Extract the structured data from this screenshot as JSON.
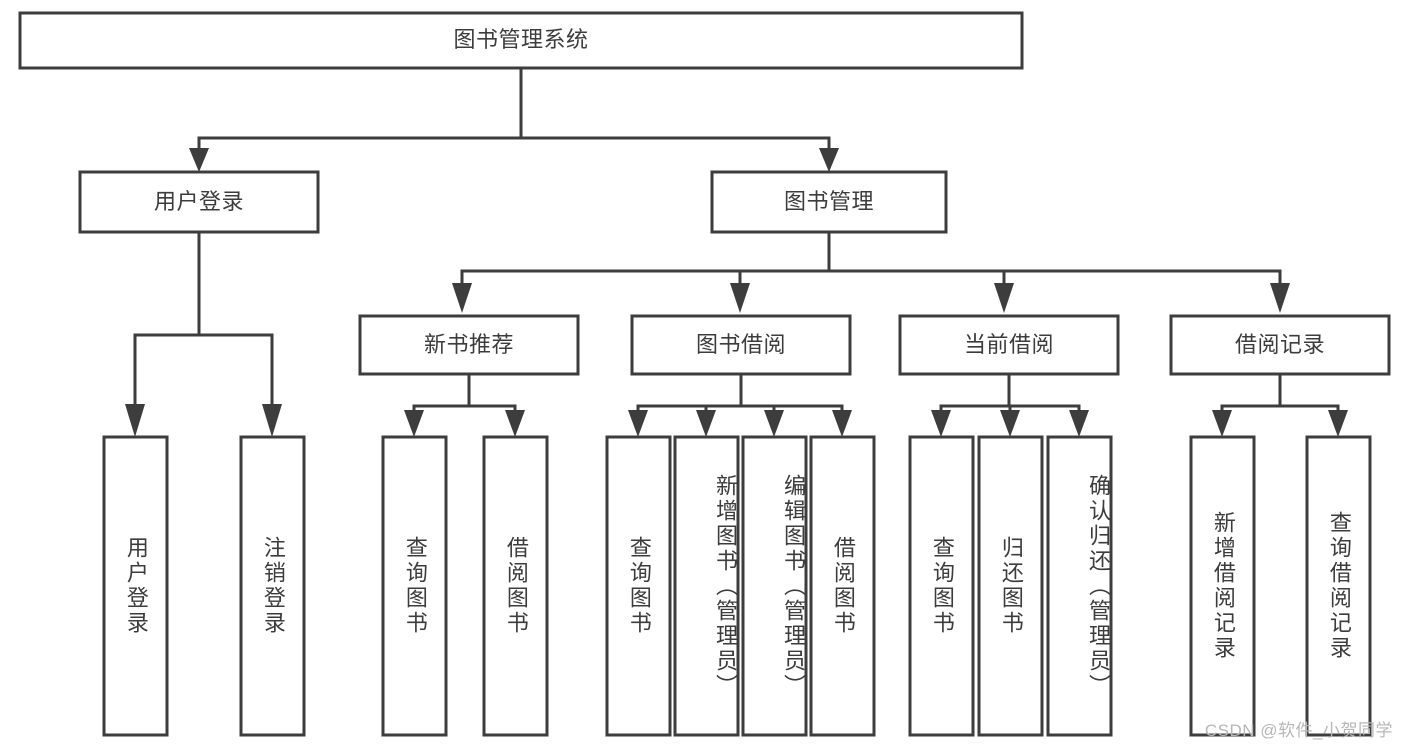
{
  "diagram": {
    "type": "tree-hierarchy",
    "title": "图书管理系统",
    "orientation": "top-down",
    "colors": {
      "box_stroke": "#3d3d3d",
      "box_fill": "#ffffff",
      "text": "#3c3c3c",
      "background": "#ffffff",
      "watermark": "#b7b7b7"
    },
    "root": {
      "label": "图书管理系统"
    },
    "level2": [
      {
        "label": "用户登录"
      },
      {
        "label": "图书管理"
      }
    ],
    "level3": [
      {
        "label": "新书推荐"
      },
      {
        "label": "图书借阅"
      },
      {
        "label": "当前借阅"
      },
      {
        "label": "借阅记录"
      }
    ],
    "leaves": {
      "user_login": [
        {
          "label": "用户登录"
        },
        {
          "label": "注销登录"
        }
      ],
      "new_book_recommend": [
        {
          "label": "查询图书"
        },
        {
          "label": "借阅图书"
        }
      ],
      "book_borrow": [
        {
          "label": "查询图书"
        },
        {
          "label": "新增图书（管理员）"
        },
        {
          "label": "编辑图书（管理员）"
        },
        {
          "label": "借阅图书"
        }
      ],
      "current_borrow": [
        {
          "label": "查询图书"
        },
        {
          "label": "归还图书"
        },
        {
          "label": "确认归还（管理员）"
        }
      ],
      "borrow_record": [
        {
          "label": "新增借阅记录"
        },
        {
          "label": "查询借阅记录"
        }
      ]
    },
    "watermark": "CSDN @软件_小贺同学"
  }
}
